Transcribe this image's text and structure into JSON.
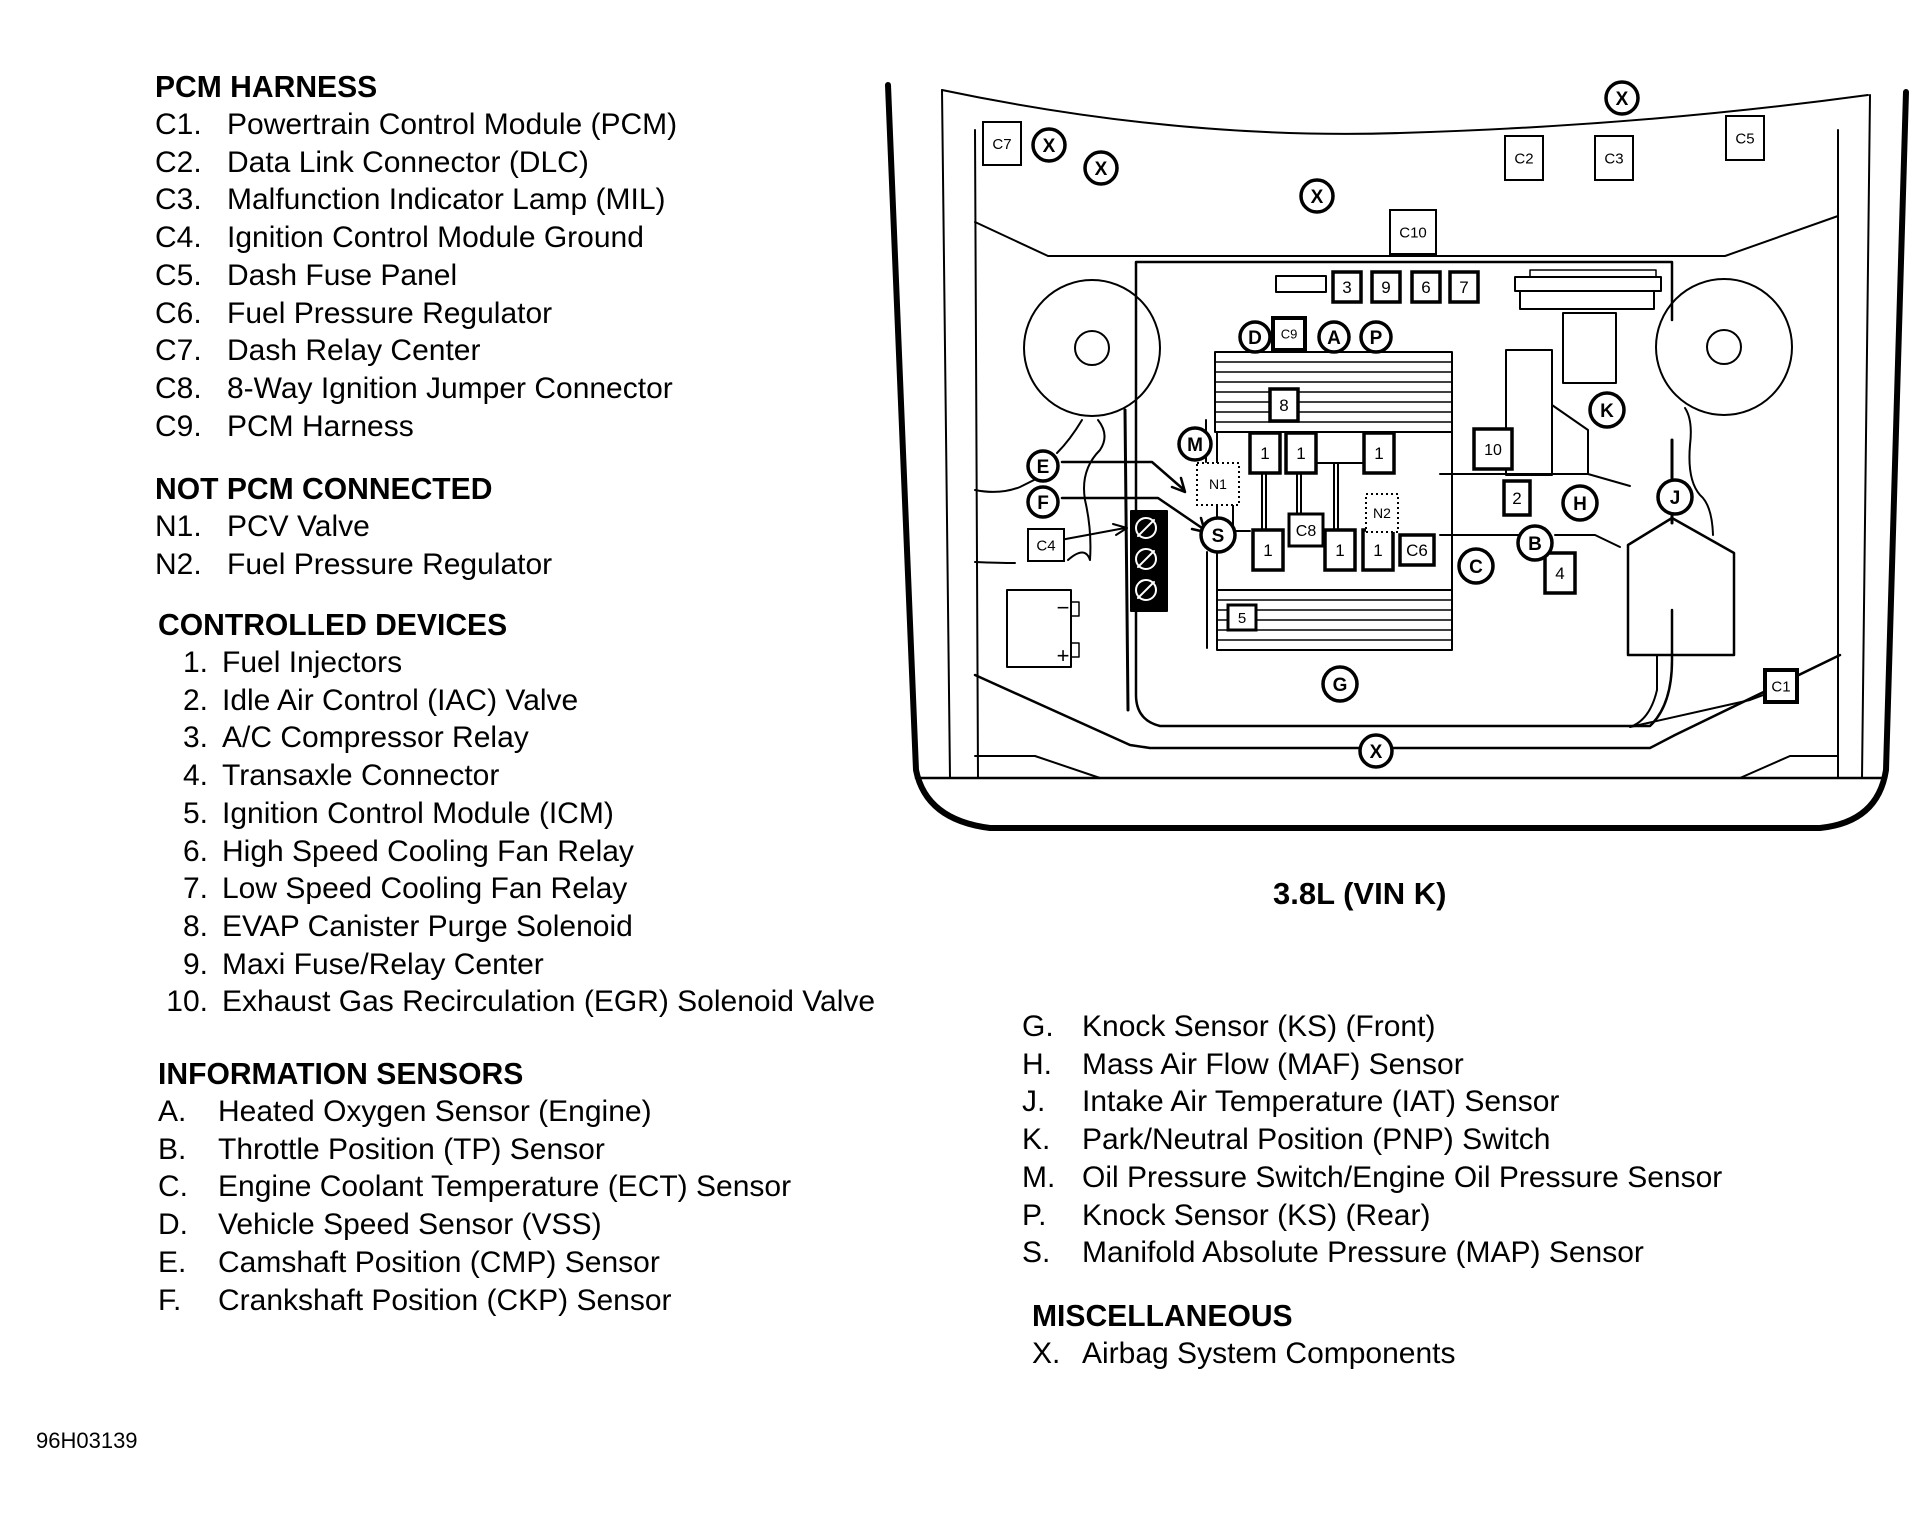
{
  "sections": {
    "pcm_harness": {
      "heading": "PCM HARNESS",
      "items": [
        {
          "code": "C1.",
          "label": "Powertrain Control Module (PCM)"
        },
        {
          "code": "C2.",
          "label": "Data Link Connector (DLC)"
        },
        {
          "code": "C3.",
          "label": "Malfunction Indicator Lamp (MIL)"
        },
        {
          "code": "C4.",
          "label": "Ignition Control Module Ground"
        },
        {
          "code": "C5.",
          "label": "Dash Fuse Panel"
        },
        {
          "code": "C6.",
          "label": "Fuel Pressure Regulator"
        },
        {
          "code": "C7.",
          "label": "Dash Relay Center"
        },
        {
          "code": "C8.",
          "label": "8-Way Ignition Jumper Connector"
        },
        {
          "code": "C9.",
          "label": "PCM Harness"
        }
      ]
    },
    "not_pcm_connected": {
      "heading": "NOT PCM CONNECTED",
      "items": [
        {
          "code": "N1.",
          "label": "PCV Valve"
        },
        {
          "code": "N2.",
          "label": "Fuel Pressure Regulator"
        }
      ]
    },
    "controlled_devices": {
      "heading": "CONTROLLED DEVICES",
      "items": [
        {
          "code": "1.",
          "label": "Fuel Injectors"
        },
        {
          "code": "2.",
          "label": "Idle Air Control (IAC) Valve"
        },
        {
          "code": "3.",
          "label": "A/C Compressor Relay"
        },
        {
          "code": "4.",
          "label": "Transaxle Connector"
        },
        {
          "code": "5.",
          "label": "Ignition Control Module (ICM)"
        },
        {
          "code": "6.",
          "label": "High Speed Cooling Fan Relay"
        },
        {
          "code": "7.",
          "label": "Low Speed Cooling Fan Relay"
        },
        {
          "code": "8.",
          "label": "EVAP Canister Purge Solenoid"
        },
        {
          "code": "9.",
          "label": "Maxi Fuse/Relay Center"
        },
        {
          "code": "10.",
          "label": "Exhaust Gas Recirculation (EGR) Solenoid Valve"
        }
      ]
    },
    "information_sensors": {
      "heading": "INFORMATION SENSORS",
      "items": [
        {
          "code": "A.",
          "label": "Heated Oxygen Sensor (Engine)"
        },
        {
          "code": "B.",
          "label": "Throttle Position (TP) Sensor"
        },
        {
          "code": "C.",
          "label": "Engine Coolant Temperature (ECT) Sensor"
        },
        {
          "code": "D.",
          "label": "Vehicle Speed Sensor (VSS)"
        },
        {
          "code": "E.",
          "label": "Camshaft Position (CMP) Sensor"
        },
        {
          "code": "F.",
          "label": "Crankshaft Position  (CKP) Sensor"
        }
      ]
    },
    "information_sensors_cont": {
      "items": [
        {
          "code": "G.",
          "label": "Knock Sensor (KS) (Front)"
        },
        {
          "code": "H.",
          "label": "Mass Air Flow (MAF) Sensor"
        },
        {
          "code": "J.",
          "label": "Intake Air Temperature (IAT) Sensor"
        },
        {
          "code": "K.",
          "label": "Park/Neutral Position (PNP) Switch"
        },
        {
          "code": "M.",
          "label": "Oil Pressure Switch/Engine Oil Pressure Sensor"
        },
        {
          "code": "P.",
          "label": "Knock Sensor (KS) (Rear)"
        },
        {
          "code": "S.",
          "label": "Manifold Absolute Pressure (MAP) Sensor"
        }
      ]
    },
    "miscellaneous": {
      "heading": "MISCELLANEOUS",
      "items": [
        {
          "code": "X.",
          "label": "Airbag System Components"
        }
      ]
    }
  },
  "diagram": {
    "caption": "3.8L (VIN K)",
    "labels": {
      "C1": "C1",
      "C2": "C2",
      "C3": "C3",
      "C4": "C4",
      "C5": "C5",
      "C6": "C6",
      "C7": "C7",
      "C8": "C8",
      "C9": "C9",
      "C10": "C10",
      "N1": "N1",
      "N2": "N2",
      "n1": "1",
      "n2": "2",
      "n3": "3",
      "n4": "4",
      "n5": "5",
      "n6": "6",
      "n7": "7",
      "n8": "8",
      "n9": "9",
      "n10": "10",
      "A": "A",
      "B": "B",
      "C": "C",
      "D": "D",
      "E": "E",
      "F": "F",
      "G": "G",
      "H": "H",
      "J": "J",
      "K": "K",
      "M": "M",
      "P": "P",
      "S": "S",
      "X": "X",
      "minus": "−",
      "plus": "+"
    }
  },
  "figure_id": "96H03139"
}
